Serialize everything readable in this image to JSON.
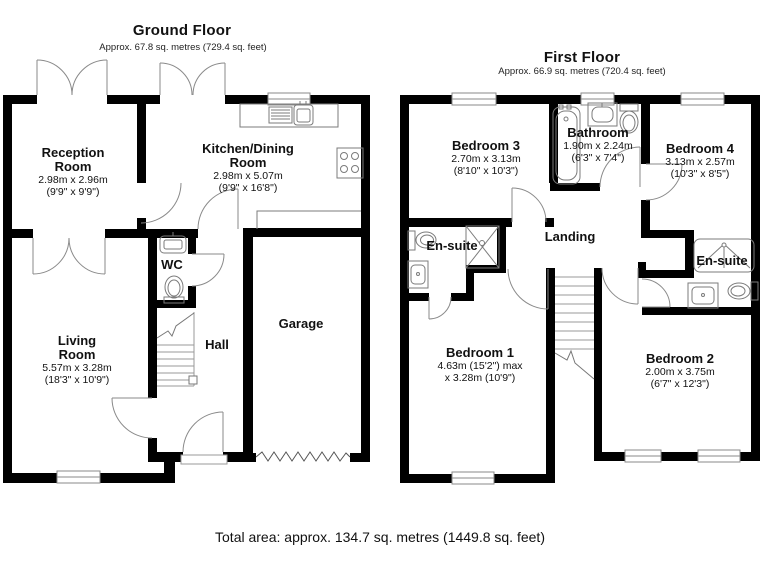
{
  "document": {
    "type": "estate-agent floor plan",
    "footer_total_area": "Total area: approx. 134.7 sq. metres (1449.8 sq. feet)"
  },
  "colors": {
    "wall": "#000000",
    "fixture_line": "#7b7b7b",
    "door_arc": "#8a8a8a",
    "background": "#ffffff",
    "text": "#111111"
  },
  "ground_floor": {
    "title": "Ground Floor",
    "area": "Approx. 67.8 sq. metres (729.4 sq. feet)",
    "rooms": {
      "reception": {
        "line1": "Reception",
        "line2": "Room",
        "dim_m": "2.98m x 2.96m",
        "dim_ft": "(9'9\" x 9'9\")"
      },
      "kitchen": {
        "line1": "Kitchen/Dining",
        "line2": "Room",
        "dim_m": "2.98m x 5.07m",
        "dim_ft": "(9'9\" x 16'8\")"
      },
      "wc": {
        "line1": "WC"
      },
      "living": {
        "line1": "Living",
        "line2": "Room",
        "dim_m": "5.57m x 3.28m",
        "dim_ft": "(18'3\" x 10'9\")"
      },
      "hall": {
        "line1": "Hall"
      },
      "garage": {
        "line1": "Garage"
      }
    },
    "fixtures": [
      "french-doors",
      "kitchen-sink-drainer",
      "hob",
      "wc-sink",
      "wc-toilet",
      "staircase",
      "front-door",
      "garage-door-zigzag",
      "window"
    ]
  },
  "first_floor": {
    "title": "First Floor",
    "area": "Approx. 66.9 sq. metres (720.4 sq. feet)",
    "rooms": {
      "bedroom3": {
        "line1": "Bedroom 3",
        "dim_m": "2.70m x 3.13m",
        "dim_ft": "(8'10\" x 10'3\")"
      },
      "bathroom": {
        "line1": "Bathroom",
        "dim_m": "1.90m x 2.24m",
        "dim_ft": "(6'3\" x 7'4\")"
      },
      "bedroom4": {
        "line1": "Bedroom 4",
        "dim_m": "3.13m x 2.57m",
        "dim_ft": "(10'3\" x 8'5\")"
      },
      "ensuite_left": {
        "line1": "En-suite"
      },
      "landing": {
        "line1": "Landing"
      },
      "ensuite_right": {
        "line1": "En-suite"
      },
      "bedroom1": {
        "line1": "Bedroom 1",
        "dim_m": "4.63m (15'2\") max",
        "dim_ft": "x 3.28m (10'9\")"
      },
      "bedroom2": {
        "line1": "Bedroom 2",
        "dim_m": "2.00m x 3.75m",
        "dim_ft": "(6'7\" x 12'3\")"
      }
    },
    "fixtures": [
      "bathtub",
      "bathroom-sink",
      "bathroom-toilet",
      "shower",
      "ensuite-toilet",
      "ensuite-sink",
      "staircase",
      "windows"
    ]
  }
}
